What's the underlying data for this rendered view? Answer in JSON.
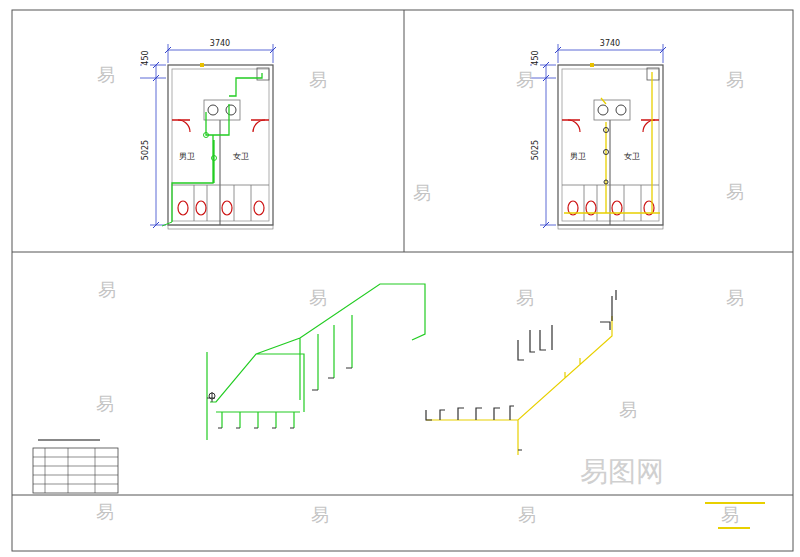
{
  "diagram": {
    "labels": [
      "3740",
      "450",
      "5025",
      "男卫",
      "女卫",
      "3740",
      "450",
      "5025",
      "男卫",
      "女卫",
      "易",
      "易",
      "易",
      "易",
      "易",
      "易",
      "易",
      "易",
      "易",
      "易",
      "易",
      "易",
      "易",
      "易",
      "易",
      "易",
      "易图网"
    ]
  }
}
